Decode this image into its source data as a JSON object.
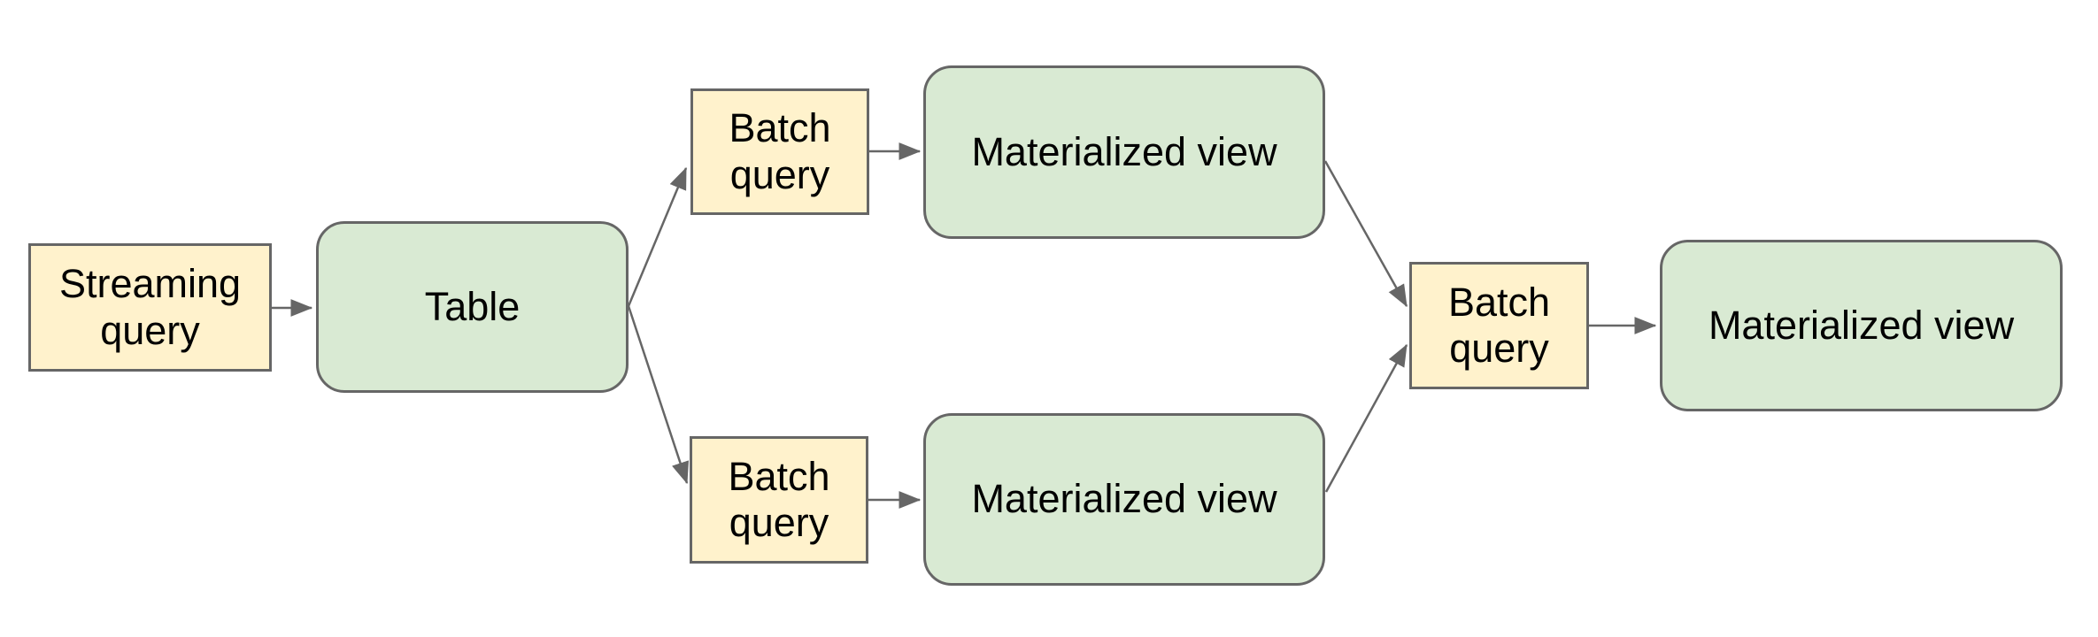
{
  "diagram": {
    "title": "streaming-to-materialized-view-pipeline",
    "colors": {
      "background": "#ffffff",
      "query_fill": "#fff2cc",
      "dataset_fill": "#d9ead3",
      "border": "#666666",
      "arrow": "#666666",
      "text": "#000000"
    },
    "nodes": {
      "streaming_query": {
        "label": "Streaming query",
        "type": "query"
      },
      "table": {
        "label": "Table",
        "type": "dataset"
      },
      "batch_query_top": {
        "label": "Batch query",
        "type": "query"
      },
      "materialized_view_top": {
        "label": "Materialized view",
        "type": "dataset"
      },
      "batch_query_bottom": {
        "label": "Batch query",
        "type": "query"
      },
      "materialized_view_bottom": {
        "label": "Materialized view",
        "type": "dataset"
      },
      "batch_query_right": {
        "label": "Batch query",
        "type": "query"
      },
      "materialized_view_right": {
        "label": "Materialized view",
        "type": "dataset"
      }
    },
    "edges": [
      {
        "from": "streaming_query",
        "to": "table"
      },
      {
        "from": "table",
        "to": "batch_query_top"
      },
      {
        "from": "table",
        "to": "batch_query_bottom"
      },
      {
        "from": "batch_query_top",
        "to": "materialized_view_top"
      },
      {
        "from": "batch_query_bottom",
        "to": "materialized_view_bottom"
      },
      {
        "from": "materialized_view_top",
        "to": "batch_query_right"
      },
      {
        "from": "materialized_view_bottom",
        "to": "batch_query_right"
      },
      {
        "from": "batch_query_right",
        "to": "materialized_view_right"
      }
    ]
  }
}
